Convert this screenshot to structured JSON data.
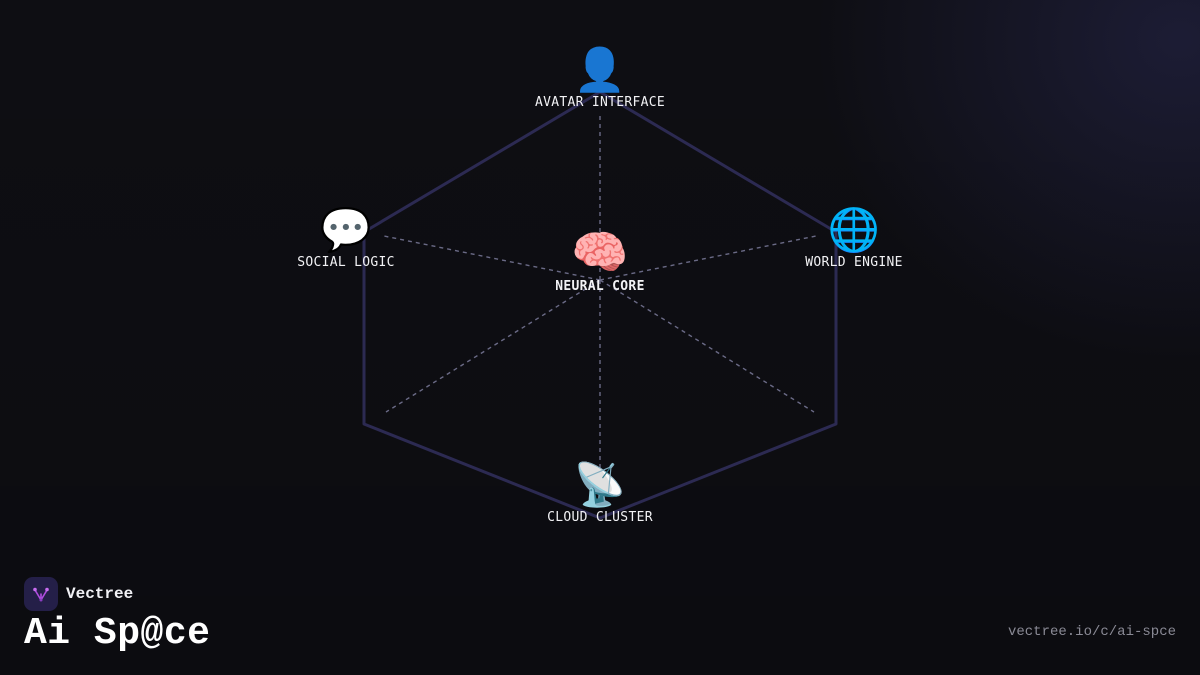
{
  "diagram": {
    "nodes": {
      "avatar": {
        "label": "AVATAR INTERFACE",
        "icon": "person-silhouette-icon",
        "glyph": "👤"
      },
      "social": {
        "label": "SOCIAL LOGIC",
        "icon": "speech-bubble-icon",
        "glyph": "💬"
      },
      "core": {
        "label": "NEURAL CORE",
        "icon": "brain-icon",
        "glyph": "🧠"
      },
      "world": {
        "label": "WORLD ENGINE",
        "icon": "globe-icon",
        "glyph": "🌐"
      },
      "cloud": {
        "label": "CLOUD CLUSTER",
        "icon": "satellite-dish-icon",
        "glyph": "📡"
      }
    }
  },
  "footer": {
    "brand": "Vectree",
    "title": "Ai Sp@ce",
    "url": "vectree.io/c/ai-spce"
  },
  "colors": {
    "background": "#0e0e13",
    "frame_edge": "#2c2a52",
    "dashed_link": "#6a6a86",
    "logo_bg": "#241f48",
    "logo_accent": "#b04de0"
  }
}
